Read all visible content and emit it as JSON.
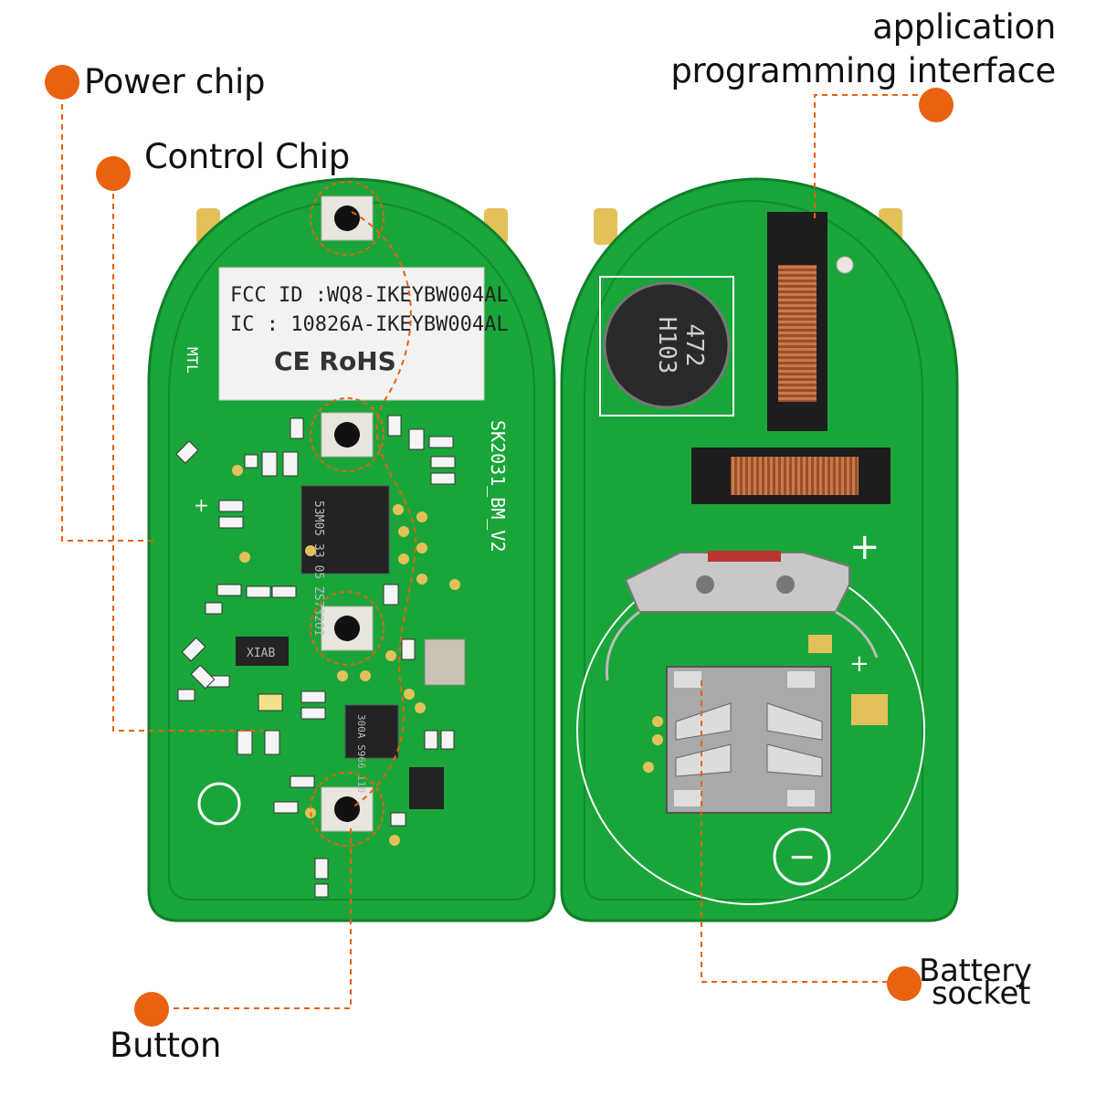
{
  "colors": {
    "pcb_green": "#19a53a",
    "pcb_dark": "#0f7f2a",
    "callout": "#e8620f",
    "pad_gold": "#e3c15a",
    "chip_black": "#232323"
  },
  "labels": {
    "power_chip": "Power chip",
    "control_chip": "Control Chip",
    "button": "Button",
    "api_line1": "application",
    "api_line2": "programming interface",
    "battery_line1": "Battery",
    "battery_line2": "socket"
  },
  "pcb_left": {
    "fcc_id": "FCC ID :WQ8-IKEYBW004AL",
    "ic": "IC :  10826A-IKEYBW004AL",
    "marks": "CE  RoHS",
    "board_name": "SK2031_BM_V2",
    "mtl": "MTL",
    "chip1_text": "53M05 33 05 ZS732OI",
    "chip2_text": "300A S966 110",
    "transistor_text": "XIAB"
  },
  "pcb_right": {
    "inductor_text1": "472",
    "inductor_text2": "H103",
    "plus": "+",
    "minus": "−"
  }
}
